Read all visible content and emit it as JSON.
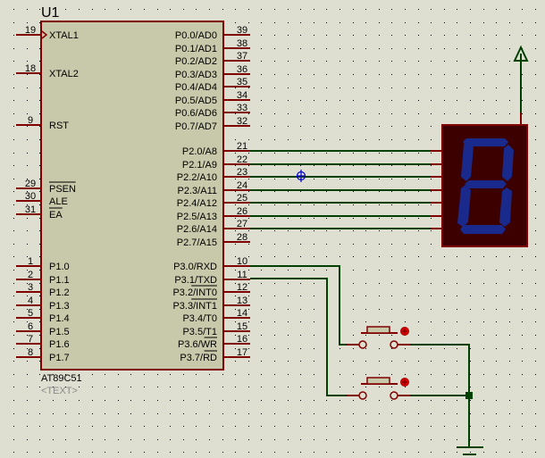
{
  "schematic": {
    "colors": {
      "background": "#dfdfd1",
      "grid_dot": "#000000",
      "component_body": "#c8c8aa",
      "component_outline": "#800000",
      "pin": "#800000",
      "wire": "#004000",
      "display_body": "#3c0000",
      "segment": "#1a2a8c",
      "probe_marker": "#0000cc",
      "button_indicator": "#e00000",
      "placeholder_text": "#8a8a8a"
    },
    "mcu": {
      "ref": "U1",
      "part": "AT89C51",
      "text_placeholder": "<TEXT>",
      "left_pins": [
        {
          "num": "19",
          "name": "XTAL1",
          "clock": true
        },
        {
          "num": "18",
          "name": "XTAL2"
        },
        {
          "num": "9",
          "name": "RST"
        },
        {
          "num": "29",
          "name": "PSEN",
          "overline": true
        },
        {
          "num": "30",
          "name": "ALE"
        },
        {
          "num": "31",
          "name": "EA",
          "overline": true
        },
        {
          "num": "1",
          "name": "P1.0"
        },
        {
          "num": "2",
          "name": "P1.1"
        },
        {
          "num": "3",
          "name": "P1.2"
        },
        {
          "num": "4",
          "name": "P1.3"
        },
        {
          "num": "5",
          "name": "P1.4"
        },
        {
          "num": "6",
          "name": "P1.5"
        },
        {
          "num": "7",
          "name": "P1.6"
        },
        {
          "num": "8",
          "name": "P1.7"
        }
      ],
      "right_pins": [
        {
          "num": "39",
          "name": "P0.0/AD0"
        },
        {
          "num": "38",
          "name": "P0.1/AD1"
        },
        {
          "num": "37",
          "name": "P0.2/AD2"
        },
        {
          "num": "36",
          "name": "P0.3/AD3"
        },
        {
          "num": "35",
          "name": "P0.4/AD4"
        },
        {
          "num": "34",
          "name": "P0.5/AD5"
        },
        {
          "num": "33",
          "name": "P0.6/AD6"
        },
        {
          "num": "32",
          "name": "P0.7/AD7"
        },
        {
          "num": "21",
          "name": "P2.0/A8"
        },
        {
          "num": "22",
          "name": "P2.1/A9"
        },
        {
          "num": "23",
          "name": "P2.2/A10"
        },
        {
          "num": "24",
          "name": "P2.3/A11"
        },
        {
          "num": "25",
          "name": "P2.4/A12"
        },
        {
          "num": "26",
          "name": "P2.5/A13"
        },
        {
          "num": "27",
          "name": "P2.6/A14"
        },
        {
          "num": "28",
          "name": "P2.7/A15"
        },
        {
          "num": "10",
          "name": "P3.0/RXD"
        },
        {
          "num": "11",
          "name": "P3.1/TXD"
        },
        {
          "num": "12",
          "name": "P3.2/INT0",
          "overline_part": "INT0"
        },
        {
          "num": "13",
          "name": "P3.3/INT1",
          "overline_part": "INT1"
        },
        {
          "num": "14",
          "name": "P3.4/T0"
        },
        {
          "num": "15",
          "name": "P3.5/T1"
        },
        {
          "num": "16",
          "name": "P3.6/WR",
          "overline_part": "WR"
        },
        {
          "num": "17",
          "name": "P3.7/RD",
          "overline_part": "RD"
        }
      ]
    },
    "display": {
      "type": "7-segment common anode",
      "lit_digit": "8",
      "segments_connected": 7
    },
    "power": {
      "type": "power-terminal"
    },
    "ground": {
      "type": "ground"
    },
    "buttons": [
      {
        "id": "button-1",
        "connected_to": "P3.0/RXD"
      },
      {
        "id": "button-2",
        "connected_to": "P3.1/TXD"
      }
    ]
  }
}
